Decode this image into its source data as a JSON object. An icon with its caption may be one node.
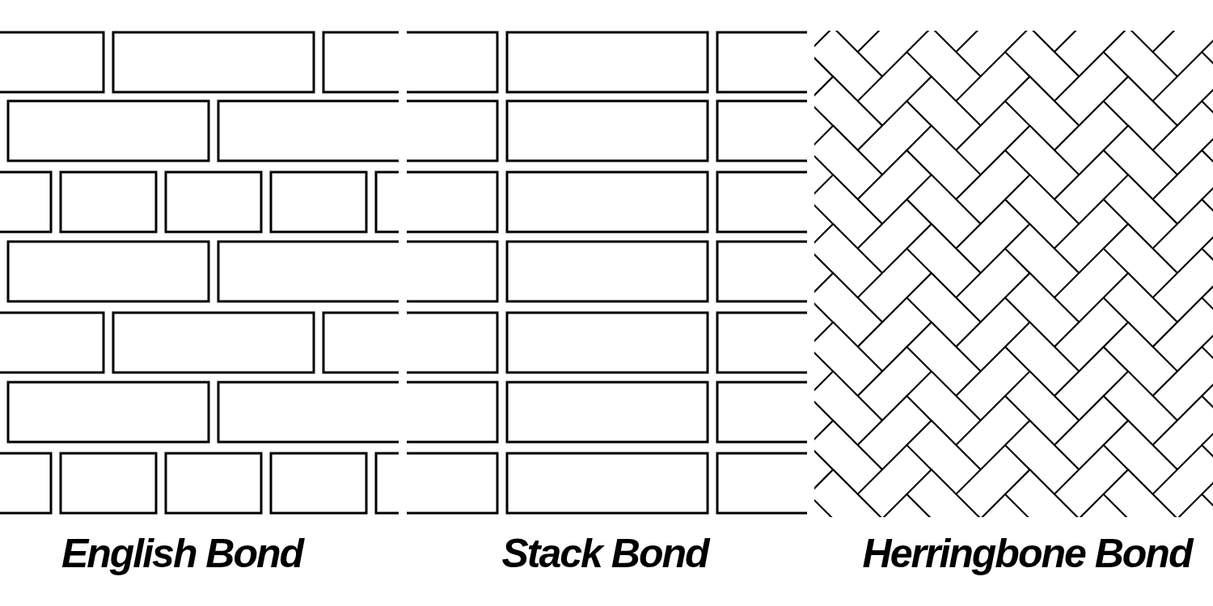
{
  "diagram": {
    "labels": [
      "English Bond",
      "Stack Bond",
      "Herringbone Bond"
    ]
  }
}
